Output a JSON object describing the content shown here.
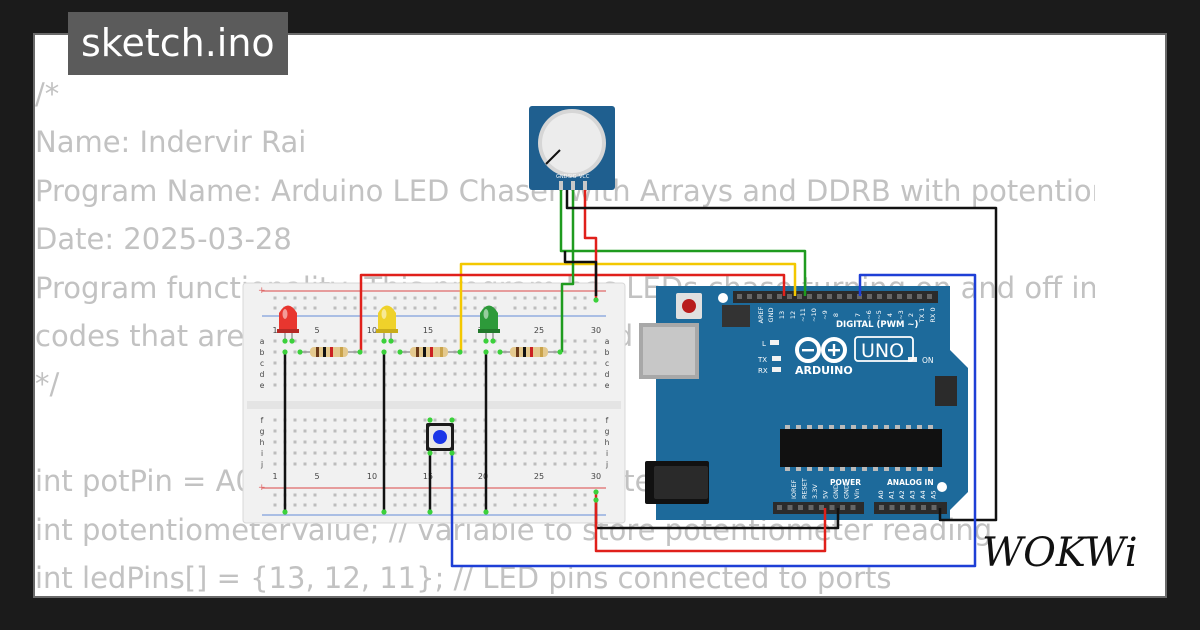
{
  "file_tab": {
    "label": "sketch.ino"
  },
  "code_lines": [
    "/*",
    "Name: Indervir Rai",
    "Program Name: Arduino LED Chaser with Arrays and DDRB with potentiometer",
    "Date: 2025-03-28",
    "Program functionality: This program has LEDs chase turning on and off in",
    "codes that are controlled with arrays and the potentiometer",
    "*/",
    "",
    "int potPin = A0; // potentiometer connected to pin A0",
    "int potentiometerValue; // variable to store potentiometer reading",
    "int ledPins[] = {13, 12, 11}; // LED pins connected to ports"
  ],
  "potentiometer": {
    "pins": [
      "GND",
      "SIG",
      "VCC"
    ]
  },
  "breadboard": {
    "columns_top": [
      "1",
      "5",
      "10",
      "15",
      "20",
      "25",
      "30"
    ],
    "columns_bottom": [
      "1",
      "5",
      "10",
      "15",
      "20",
      "25",
      "30"
    ],
    "rows_top": [
      "a",
      "b",
      "c",
      "d",
      "e"
    ],
    "rows_bottom": [
      "f",
      "g",
      "h",
      "i",
      "j"
    ]
  },
  "leds": [
    {
      "color": "#e8362f"
    },
    {
      "color": "#efd22a"
    },
    {
      "color": "#2d9a3a"
    }
  ],
  "arduino": {
    "model": "UNO",
    "brand": "ARDUINO",
    "digital_label": "DIGITAL (PWM ~)",
    "header_top_pins": [
      "AREF",
      "GND",
      "13",
      "12",
      "~11",
      "~10",
      "~9",
      "8",
      "7",
      "~6",
      "~5",
      "4",
      "~3",
      "2",
      "TX 1",
      "RX 0"
    ],
    "led_labels": [
      "L",
      "TX",
      "RX",
      "ON"
    ],
    "power_label": "POWER",
    "analog_label": "ANALOG IN",
    "power_pins": [
      "IOREF",
      "RESET",
      "3.3V",
      "5V",
      "GND",
      "GND",
      "Vin"
    ],
    "analog_pins": [
      "A0",
      "A1",
      "A2",
      "A3",
      "A4",
      "A5"
    ]
  },
  "wire_colors": {
    "red": "#e0201b",
    "green": "#1f9b1f",
    "yellow": "#f3c800",
    "black": "#111111",
    "blue": "#1e3fd6"
  },
  "logo": {
    "text": "WOKWi"
  }
}
